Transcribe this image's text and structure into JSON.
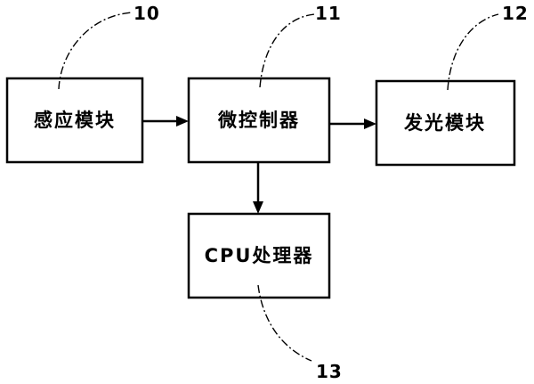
{
  "diagram": {
    "blocks": {
      "sensing_module": {
        "label": "感应模块",
        "ref": "10"
      },
      "microcontroller": {
        "label": "微控制器",
        "ref": "11"
      },
      "light_module": {
        "label": "发光模块",
        "ref": "12"
      },
      "cpu_processor": {
        "label": "CPU处理器",
        "ref": "13"
      }
    },
    "connections": [
      {
        "from": "感应模块",
        "to": "微控制器"
      },
      {
        "from": "微控制器",
        "to": "发光模块"
      },
      {
        "from": "微控制器",
        "to": "CPU处理器"
      }
    ],
    "colors": {
      "line": "#000000",
      "background": "#ffffff"
    }
  }
}
